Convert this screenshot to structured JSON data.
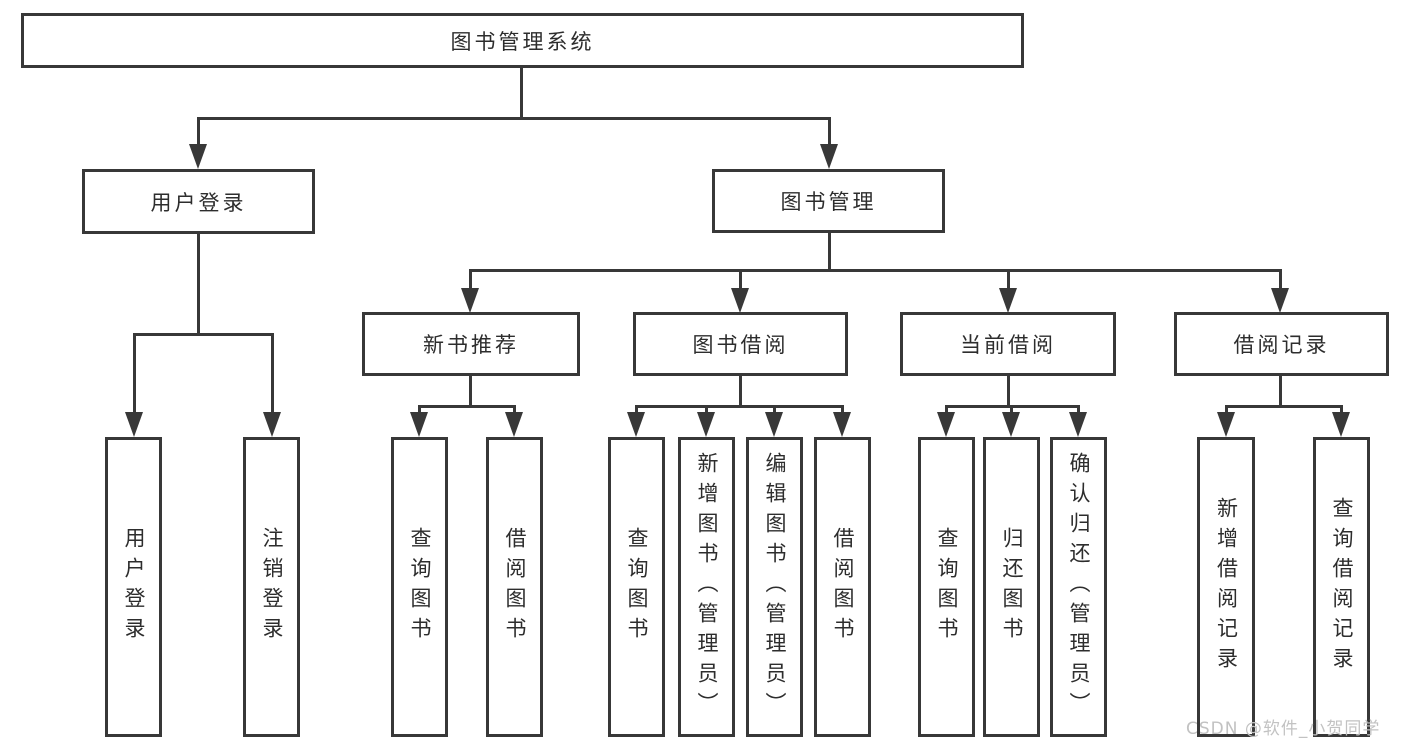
{
  "diagram": {
    "root": {
      "label": "图书管理系统"
    },
    "branches": [
      {
        "label": "用户登录",
        "children": [
          {
            "label": "用户登录"
          },
          {
            "label": "注销登录"
          }
        ]
      },
      {
        "label": "图书管理",
        "groups": [
          {
            "label": "新书推荐",
            "children": [
              {
                "label": "查询图书"
              },
              {
                "label": "借阅图书"
              }
            ]
          },
          {
            "label": "图书借阅",
            "children": [
              {
                "label": "查询图书"
              },
              {
                "label": "新增图书（管理员）"
              },
              {
                "label": "编辑图书（管理员）"
              },
              {
                "label": "借阅图书"
              }
            ]
          },
          {
            "label": "当前借阅",
            "children": [
              {
                "label": "查询图书"
              },
              {
                "label": "归还图书"
              },
              {
                "label": "确认归还（管理员）"
              }
            ]
          },
          {
            "label": "借阅记录",
            "children": [
              {
                "label": "新增借阅记录"
              },
              {
                "label": "查询借阅记录"
              }
            ]
          }
        ]
      }
    ]
  },
  "watermark": {
    "text": "CSDN @软件_小贺同学"
  },
  "colors": {
    "line": "#383838",
    "text": "#2d2d2d",
    "background": "#ffffff",
    "watermark": "#c2c2c2"
  }
}
